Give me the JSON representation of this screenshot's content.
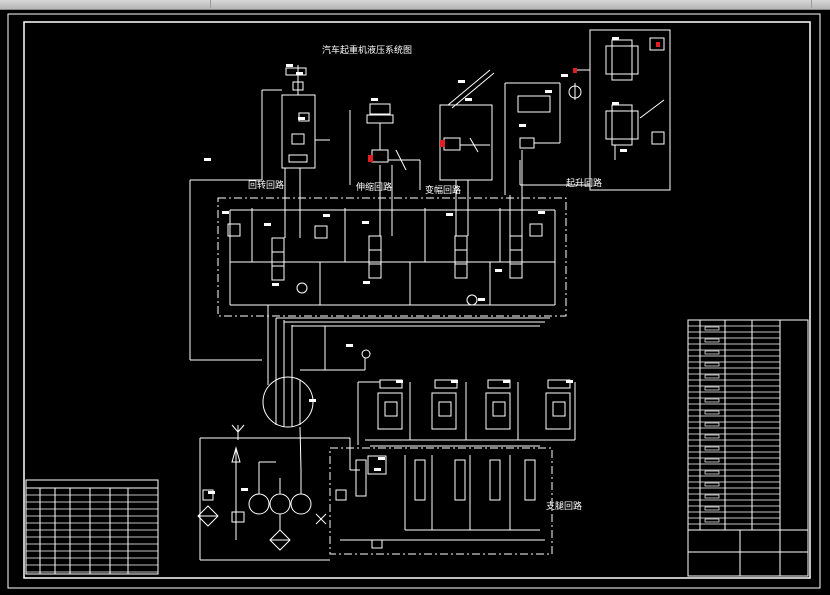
{
  "drawing": {
    "title": "汽车起重机液压系统图",
    "circuits": {
      "slew": "回转回路",
      "telescope": "伸缩回路",
      "luff": "变幅回路",
      "hoist": "起升回路",
      "outrigger": "支腿回路"
    }
  },
  "colors": {
    "background": "#000000",
    "lines": "#ffffff",
    "highlight": "#e02020"
  }
}
